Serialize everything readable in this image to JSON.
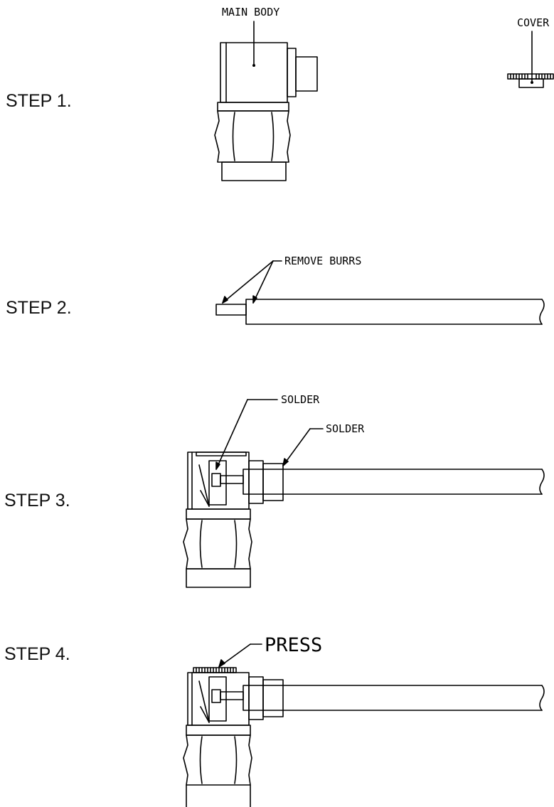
{
  "steps": [
    {
      "label": "STEP 1."
    },
    {
      "label": "STEP 2."
    },
    {
      "label": "STEP 3."
    },
    {
      "label": "STEP 4."
    }
  ],
  "callouts": {
    "main_body": "MAIN BODY",
    "cover": "COVER",
    "remove_burrs": "REMOVE BURRS",
    "solder_pin": "SOLDER",
    "solder_body": "SOLDER",
    "press": "PRESS"
  },
  "colors": {
    "line": "#000000",
    "background": "#ffffff",
    "text": "#111111"
  }
}
